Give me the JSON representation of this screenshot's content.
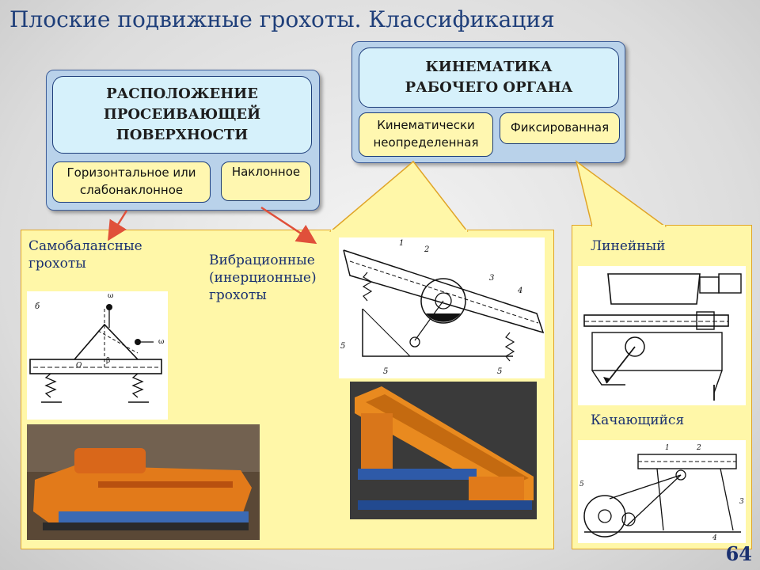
{
  "title": "Плоские подвижные грохоты. Классификация",
  "location_group": {
    "header": "РАСПОЛОЖЕНИЕ ПРОСЕИВАЮЩЕЙ ПОВЕРХНОСТИ",
    "options": [
      "Горизонтальное или слабонаклонное",
      "Наклонное"
    ]
  },
  "kinematics_group": {
    "header": "КИНЕМАТИКА РАБОЧЕГО ОРГАНА",
    "options": [
      "Кинематически неопределенная",
      "Фиксированная"
    ]
  },
  "labels": {
    "self_balanced": "Самобалансные грохоты",
    "vibration": "Вибрационные (инерционные) грохоты",
    "linear": "Линейный",
    "swinging": "Качающийся"
  },
  "diagram_text": {
    "omega": "ω",
    "o": "O",
    "beta": "β",
    "b": "б",
    "num1": "1",
    "num2": "2",
    "num3": "3",
    "num4": "4",
    "num5": "5"
  },
  "colors": {
    "title": "#1f3f7a",
    "panel_blue": "#b9d2ea",
    "header_box": "#d6f1fb",
    "option_box": "#fff7b0",
    "yellow_area": "#fff7a8",
    "arrow_red": "#e0503a"
  },
  "page_number": "64"
}
